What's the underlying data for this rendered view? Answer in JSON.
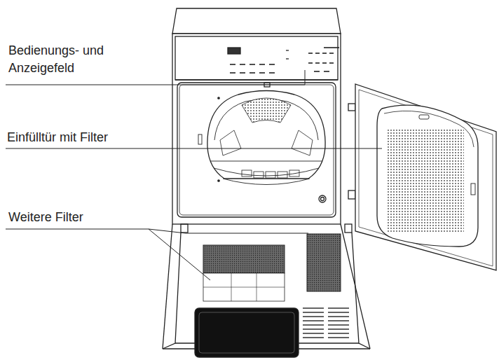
{
  "diagram": {
    "labels": [
      "Bedienungs- und Anzeigefeld",
      "Einfülltür mit Filter",
      "Weitere Filter"
    ]
  }
}
